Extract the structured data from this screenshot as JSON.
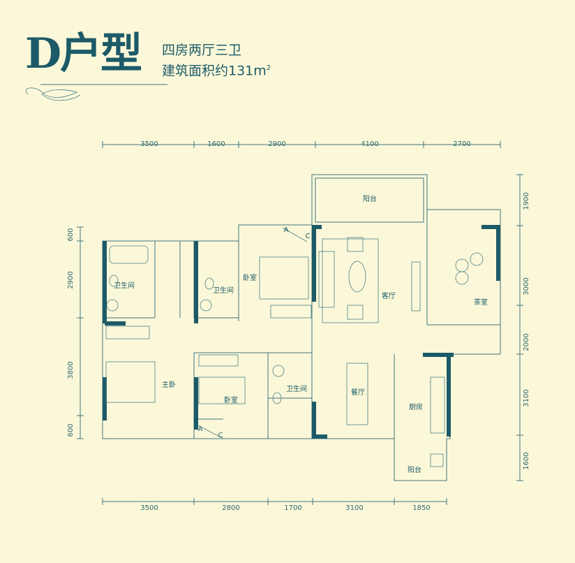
{
  "header": {
    "unit_letter": "D",
    "unit_title": "户型",
    "layout": "四房两厅三卫",
    "area_label": "建筑面积约131m",
    "area_sup": "2"
  },
  "dimensions": {
    "top": [
      "3500",
      "1600",
      "2900",
      "4100",
      "2700"
    ],
    "bottom": [
      "3500",
      "2800",
      "1700",
      "3100",
      "1850"
    ],
    "left": [
      "600",
      "2900",
      "3800",
      "600"
    ],
    "right": [
      "1900",
      "3000",
      "2000",
      "3100",
      "1600"
    ]
  },
  "rooms": {
    "bath_1": "卫生间",
    "bath_2": "卫生间",
    "bedroom_1": "卧室",
    "living": "客厅",
    "tea_room": "茶室",
    "balcony_top": "阳台",
    "master_bedroom": "主卧",
    "bedroom_2": "卧室",
    "bath_3": "卫生间",
    "dining": "餐厅",
    "kitchen": "厨房",
    "balcony_bottom": "阳台",
    "ac_a1": "A",
    "ac_c1": "C",
    "ac_a2": "A",
    "ac_c2": "C"
  },
  "colors": {
    "background": "#fbf8d9",
    "wall": "#1d5a68"
  }
}
